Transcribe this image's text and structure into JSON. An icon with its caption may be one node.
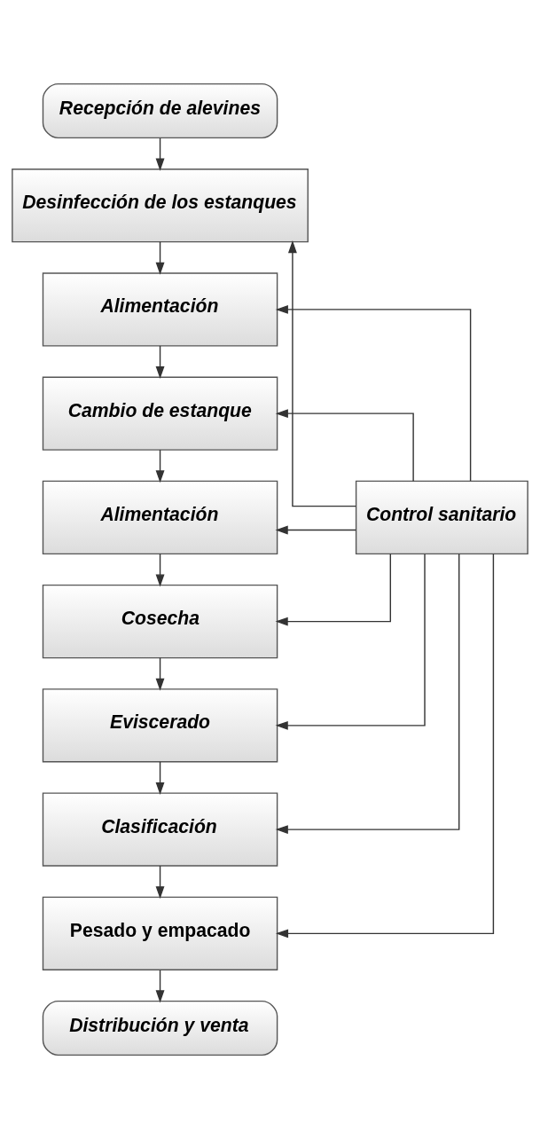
{
  "diagram": {
    "nodes": [
      {
        "text": [
          "Recepción de alevines"
        ]
      },
      {
        "text": [
          "Desinfección de los estanques"
        ]
      },
      {
        "text": [
          "Alimentación"
        ]
      },
      {
        "text": [
          "Cambio de estanque"
        ]
      },
      {
        "text": [
          "Alimentación"
        ]
      },
      {
        "text": [
          "Cosecha"
        ]
      },
      {
        "text": [
          "Eviscerado"
        ]
      },
      {
        "text": [
          "Clasificación"
        ]
      },
      {
        "text": [
          "Pesado y empacado"
        ]
      },
      {
        "text": [
          "Distribución y venta"
        ]
      },
      {
        "text": [
          "Control sanitario"
        ]
      }
    ],
    "edges": [
      {
        "from": 0,
        "to": 1,
        "arrow": "to"
      },
      {
        "from": 1,
        "to": 2,
        "arrow": "to"
      },
      {
        "from": 2,
        "to": 3,
        "arrow": "to"
      },
      {
        "from": 3,
        "to": 4,
        "arrow": "to"
      },
      {
        "from": 4,
        "to": 5,
        "arrow": "to"
      },
      {
        "from": 5,
        "to": 6,
        "arrow": "to"
      },
      {
        "from": 6,
        "to": 7,
        "arrow": "to"
      },
      {
        "from": 7,
        "to": 8,
        "arrow": "to"
      },
      {
        "from": 8,
        "to": 9,
        "arrow": "to"
      },
      {
        "from": 10,
        "to": 1,
        "arrow": "to"
      },
      {
        "from": 10,
        "to": 2,
        "arrow": "to"
      },
      {
        "from": 10,
        "to": 3,
        "arrow": "to"
      },
      {
        "from": 10,
        "to": 4,
        "arrow": "to"
      },
      {
        "from": 10,
        "to": 5,
        "arrow": "to"
      },
      {
        "from": 10,
        "to": 6,
        "arrow": "to"
      },
      {
        "from": 10,
        "to": 7,
        "arrow": "to"
      },
      {
        "from": 10,
        "to": 8,
        "arrow": "to"
      }
    ]
  }
}
